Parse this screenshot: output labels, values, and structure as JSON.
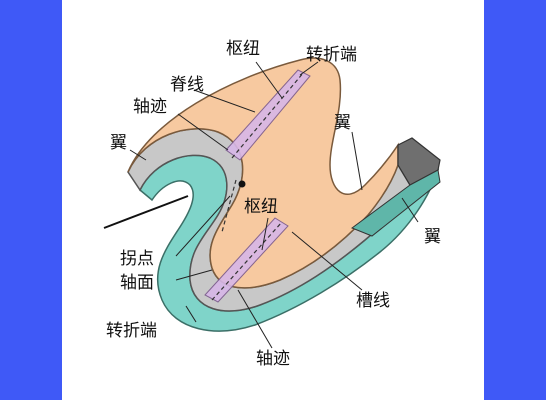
{
  "labels": {
    "hinge_top": "枢纽",
    "hinge_zone_top": "转折端",
    "crest_line": "脊线",
    "axial_trace_top": "轴迹",
    "limb_left": "翼",
    "limb_mid": "翼",
    "hinge_mid": "枢纽",
    "limb_right": "翼",
    "inflection_point": "拐点",
    "axial_plane": "轴面",
    "trough_line": "槽线",
    "hinge_zone_bottom": "转折端",
    "axial_trace_bottom": "轴迹"
  },
  "colors": {
    "frame_blue": "#3f59f7",
    "upper_layer": "#f7c9a0",
    "middle_layer": "#c8c8c8",
    "lower_layer": "#7fd4c9",
    "side_face_dark": "#6f6f6f",
    "axial_strip": "#d7b7e8"
  }
}
